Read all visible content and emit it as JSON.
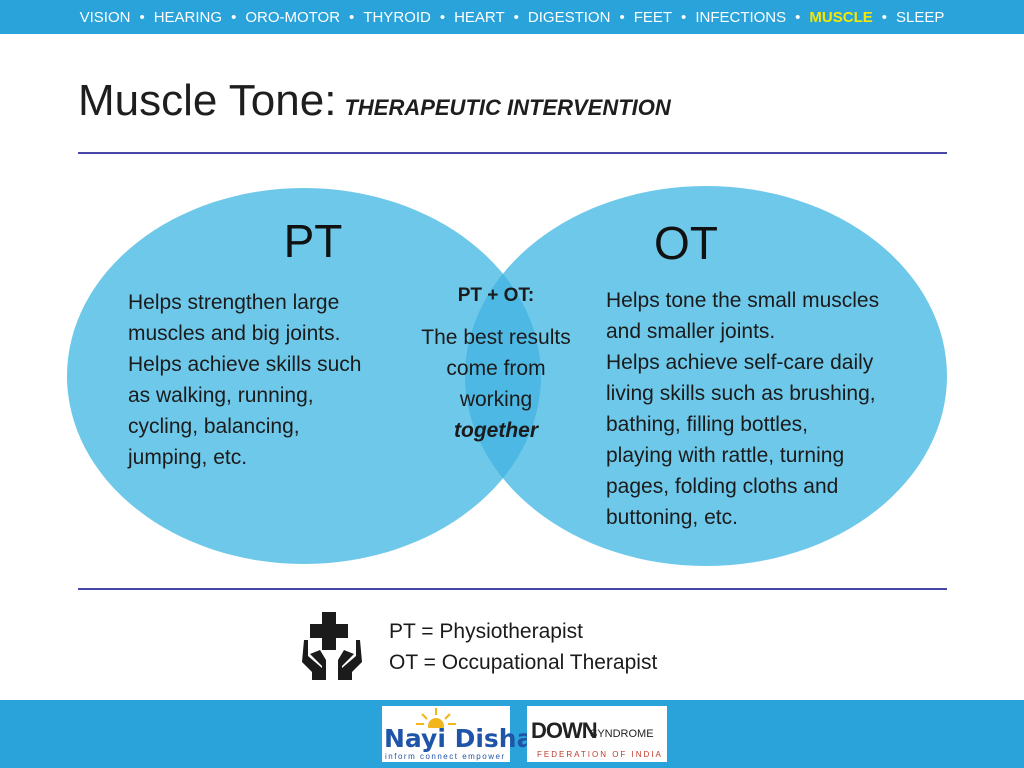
{
  "nav": {
    "items": [
      {
        "label": "VISION",
        "active": false
      },
      {
        "label": "HEARING",
        "active": false
      },
      {
        "label": "ORO-MOTOR",
        "active": false
      },
      {
        "label": "THYROID",
        "active": false
      },
      {
        "label": "HEART",
        "active": false
      },
      {
        "label": "DIGESTION",
        "active": false
      },
      {
        "label": "FEET",
        "active": false
      },
      {
        "label": "INFECTIONS",
        "active": false
      },
      {
        "label": "MUSCLE",
        "active": true
      },
      {
        "label": "SLEEP",
        "active": false
      }
    ],
    "separator": "•"
  },
  "title": {
    "main": "Muscle Tone:",
    "sub": "THERAPEUTIC INTERVENTION"
  },
  "venn": {
    "left": {
      "title": "PT",
      "text": "Helps strengthen large\nmuscles and big joints.\nHelps achieve skills such\nas walking, running,\ncycling, balancing,\njumping, etc."
    },
    "right": {
      "title": "OT",
      "text": "Helps tone the small muscles\nand smaller joints.\n Helps achieve self-care daily\nliving skills such as brushing,\nbathing, filling bottles,\nplaying with rattle, turning\npages, folding cloths and\nbuttoning, etc."
    },
    "center": {
      "heading": "PT + OT:",
      "text": "The best results come from working",
      "emphasis": "together"
    }
  },
  "legend": {
    "icon": "medical-cross-hands-icon",
    "pt": "PT = Physiotherapist",
    "ot": "OT = Occupational Therapist"
  },
  "footer": {
    "logo_left": {
      "name": "Nayi Disha",
      "tagline": "inform connect empower"
    },
    "logo_right": {
      "name_main": "DOWN",
      "name_suffix": "SYNDROME",
      "subtitle": "FEDERATION OF INDIA"
    }
  },
  "colors": {
    "bar": "#29a3d9",
    "active_nav": "#f5e800",
    "circle_fill": "#6ec8ea",
    "overlap_fill": "#4db8e4",
    "rule": "#4747a8"
  }
}
